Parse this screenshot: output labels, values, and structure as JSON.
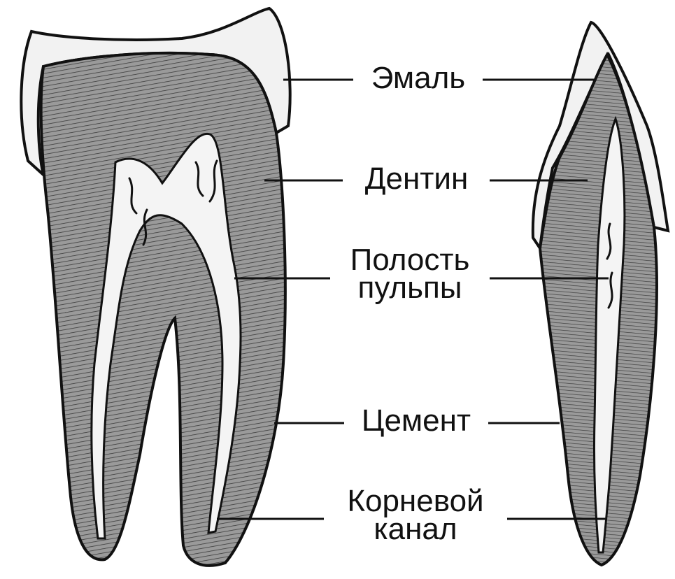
{
  "labels": {
    "enamel": "Эмаль",
    "dentin": "Дентин",
    "pulp_line1": "Полость",
    "pulp_line2": "пульпы",
    "cement": "Цемент",
    "root_canal_line1": "Корневой",
    "root_canal_line2": "канал"
  },
  "colors": {
    "outline": "#111111",
    "dentin_fill": "#8a8a8a",
    "enamel_fill": "#f2f2f2",
    "pulp_fill": "#f4f4f4",
    "hatch": "#3a3a3a"
  }
}
